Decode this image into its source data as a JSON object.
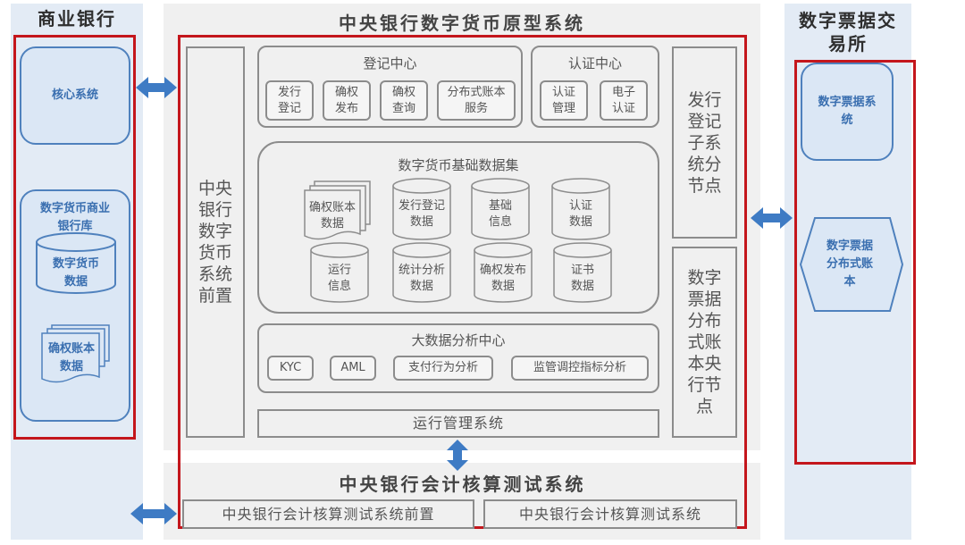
{
  "left_panel": {
    "title": "商业银行",
    "core_system": "核心系统",
    "bank_db_title": "数字货币商业银行库",
    "currency_data": "数字货币数据",
    "rights_ledger": "确权账本数据"
  },
  "right_panel": {
    "title": "数字票据交易所",
    "bill_system": "数字票据系统",
    "bill_ledger": "数字票据分布式账本"
  },
  "center": {
    "title": "中央银行数字货币原型系统",
    "frontend": "中央银行数字货币系统前置",
    "registration_center": {
      "title": "登记中心",
      "items": [
        "发行登记",
        "确权发布",
        "确权查询",
        "分布式账本服务"
      ]
    },
    "auth_center": {
      "title": "认证中心",
      "items": [
        "认证管理",
        "电子认证"
      ]
    },
    "issuance_node": "发行登记子系统分节点",
    "bill_node": "数字票据分布式账本央行节点",
    "database": {
      "title": "数字货币基础数据集",
      "stacked_item": "确权账本数据",
      "cylinders_row1": [
        "发行登记数据",
        "基础信息",
        "认证数据"
      ],
      "cylinders_row2": [
        "运行信息",
        "统计分析数据",
        "确权发布数据",
        "证书数据"
      ]
    },
    "bigdata": {
      "title": "大数据分析中心",
      "items": [
        "KYC",
        "AML",
        "支付行为分析",
        "监管调控指标分析"
      ]
    },
    "ops": "运行管理系统"
  },
  "accounting": {
    "title": "中央银行会计核算测试系统",
    "frontend": "中央银行会计核算测试系统前置",
    "system": "中央银行会计核算测试系统"
  },
  "colors": {
    "red_frame": "#c4161c",
    "arrow_blue": "#3e7bc4",
    "panel_blue": "#e3ebf5",
    "panel_gray": "#f0f0f0"
  }
}
